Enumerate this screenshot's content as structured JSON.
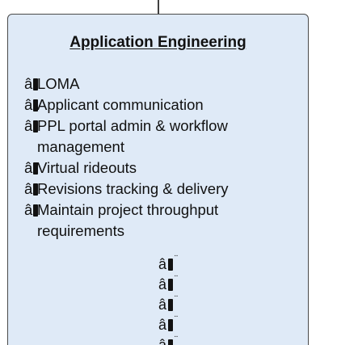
{
  "card": {
    "title": "Application Engineering",
    "items": [
      {
        "prefix_text": "â",
        "text": "LOMA"
      },
      {
        "prefix_text": "â",
        "text": "Applicant communication"
      },
      {
        "prefix_text": "â",
        "text": "PPL portal admin & workflow management"
      },
      {
        "prefix_text": "â",
        "text": "Virtual rideouts"
      },
      {
        "prefix_text": "â",
        "text": "Revisions tracking & delivery"
      },
      {
        "prefix_text": "â",
        "text": "Maintain project throughput requirements"
      }
    ],
    "trailing_glyphs": [
      {
        "text": "â"
      },
      {
        "text": "â"
      },
      {
        "text": "â"
      },
      {
        "text": "â"
      },
      {
        "text": "â"
      }
    ]
  }
}
